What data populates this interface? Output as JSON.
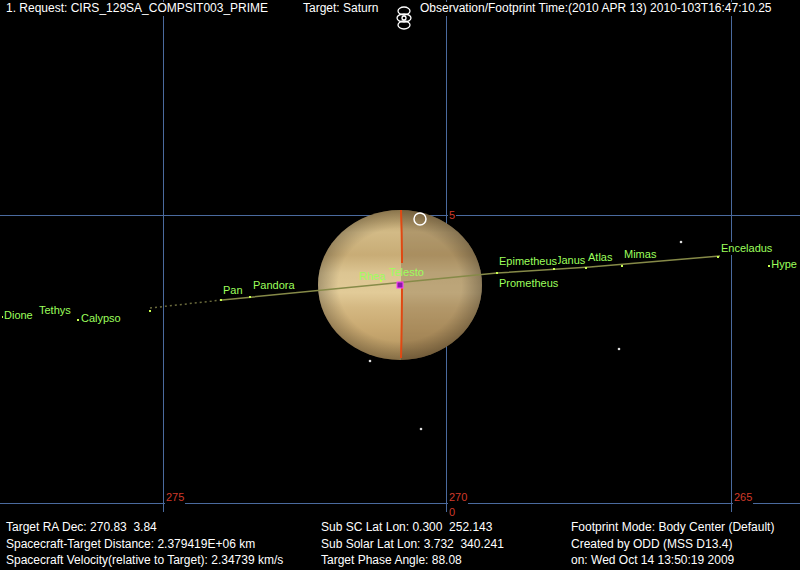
{
  "diagram": {
    "labels": [
      "1. Request: CIRS_129SA_COMPSIT003_PRIME",
      "Target: Saturn",
      "Observation/Footprint Time:(2010 APR 13) 2010-103T16:47:10.25",
      "5",
      "Enceladus",
      "Mimas",
      "Hype",
      "Telesto",
      "Janus",
      "Atlas",
      "Epimetheus",
      "Prometheus",
      "Rhea",
      "Dione",
      "Tethys",
      "Pan",
      "Pandora",
      "Calypso",
      "275",
      "270",
      "265",
      "0",
      "Target RA Dec: 270.83  3.84",
      "Sub SC Lat Lon: 0.300  252.143",
      "Footprint Mode: Body Center (Default)",
      "Spacecraft-Target Distance: 2.379419E+06 km",
      "Sub Solar Lat Lon: 3.732  340.241",
      "Created by ODD (MSS D13.4)",
      "Spacecraft Velocity(relative to Target): 2.34739 km/s",
      "Target Phase Angle: 88.08",
      "on: Wed Oct 14 13:50:19 2009"
    ]
  }
}
